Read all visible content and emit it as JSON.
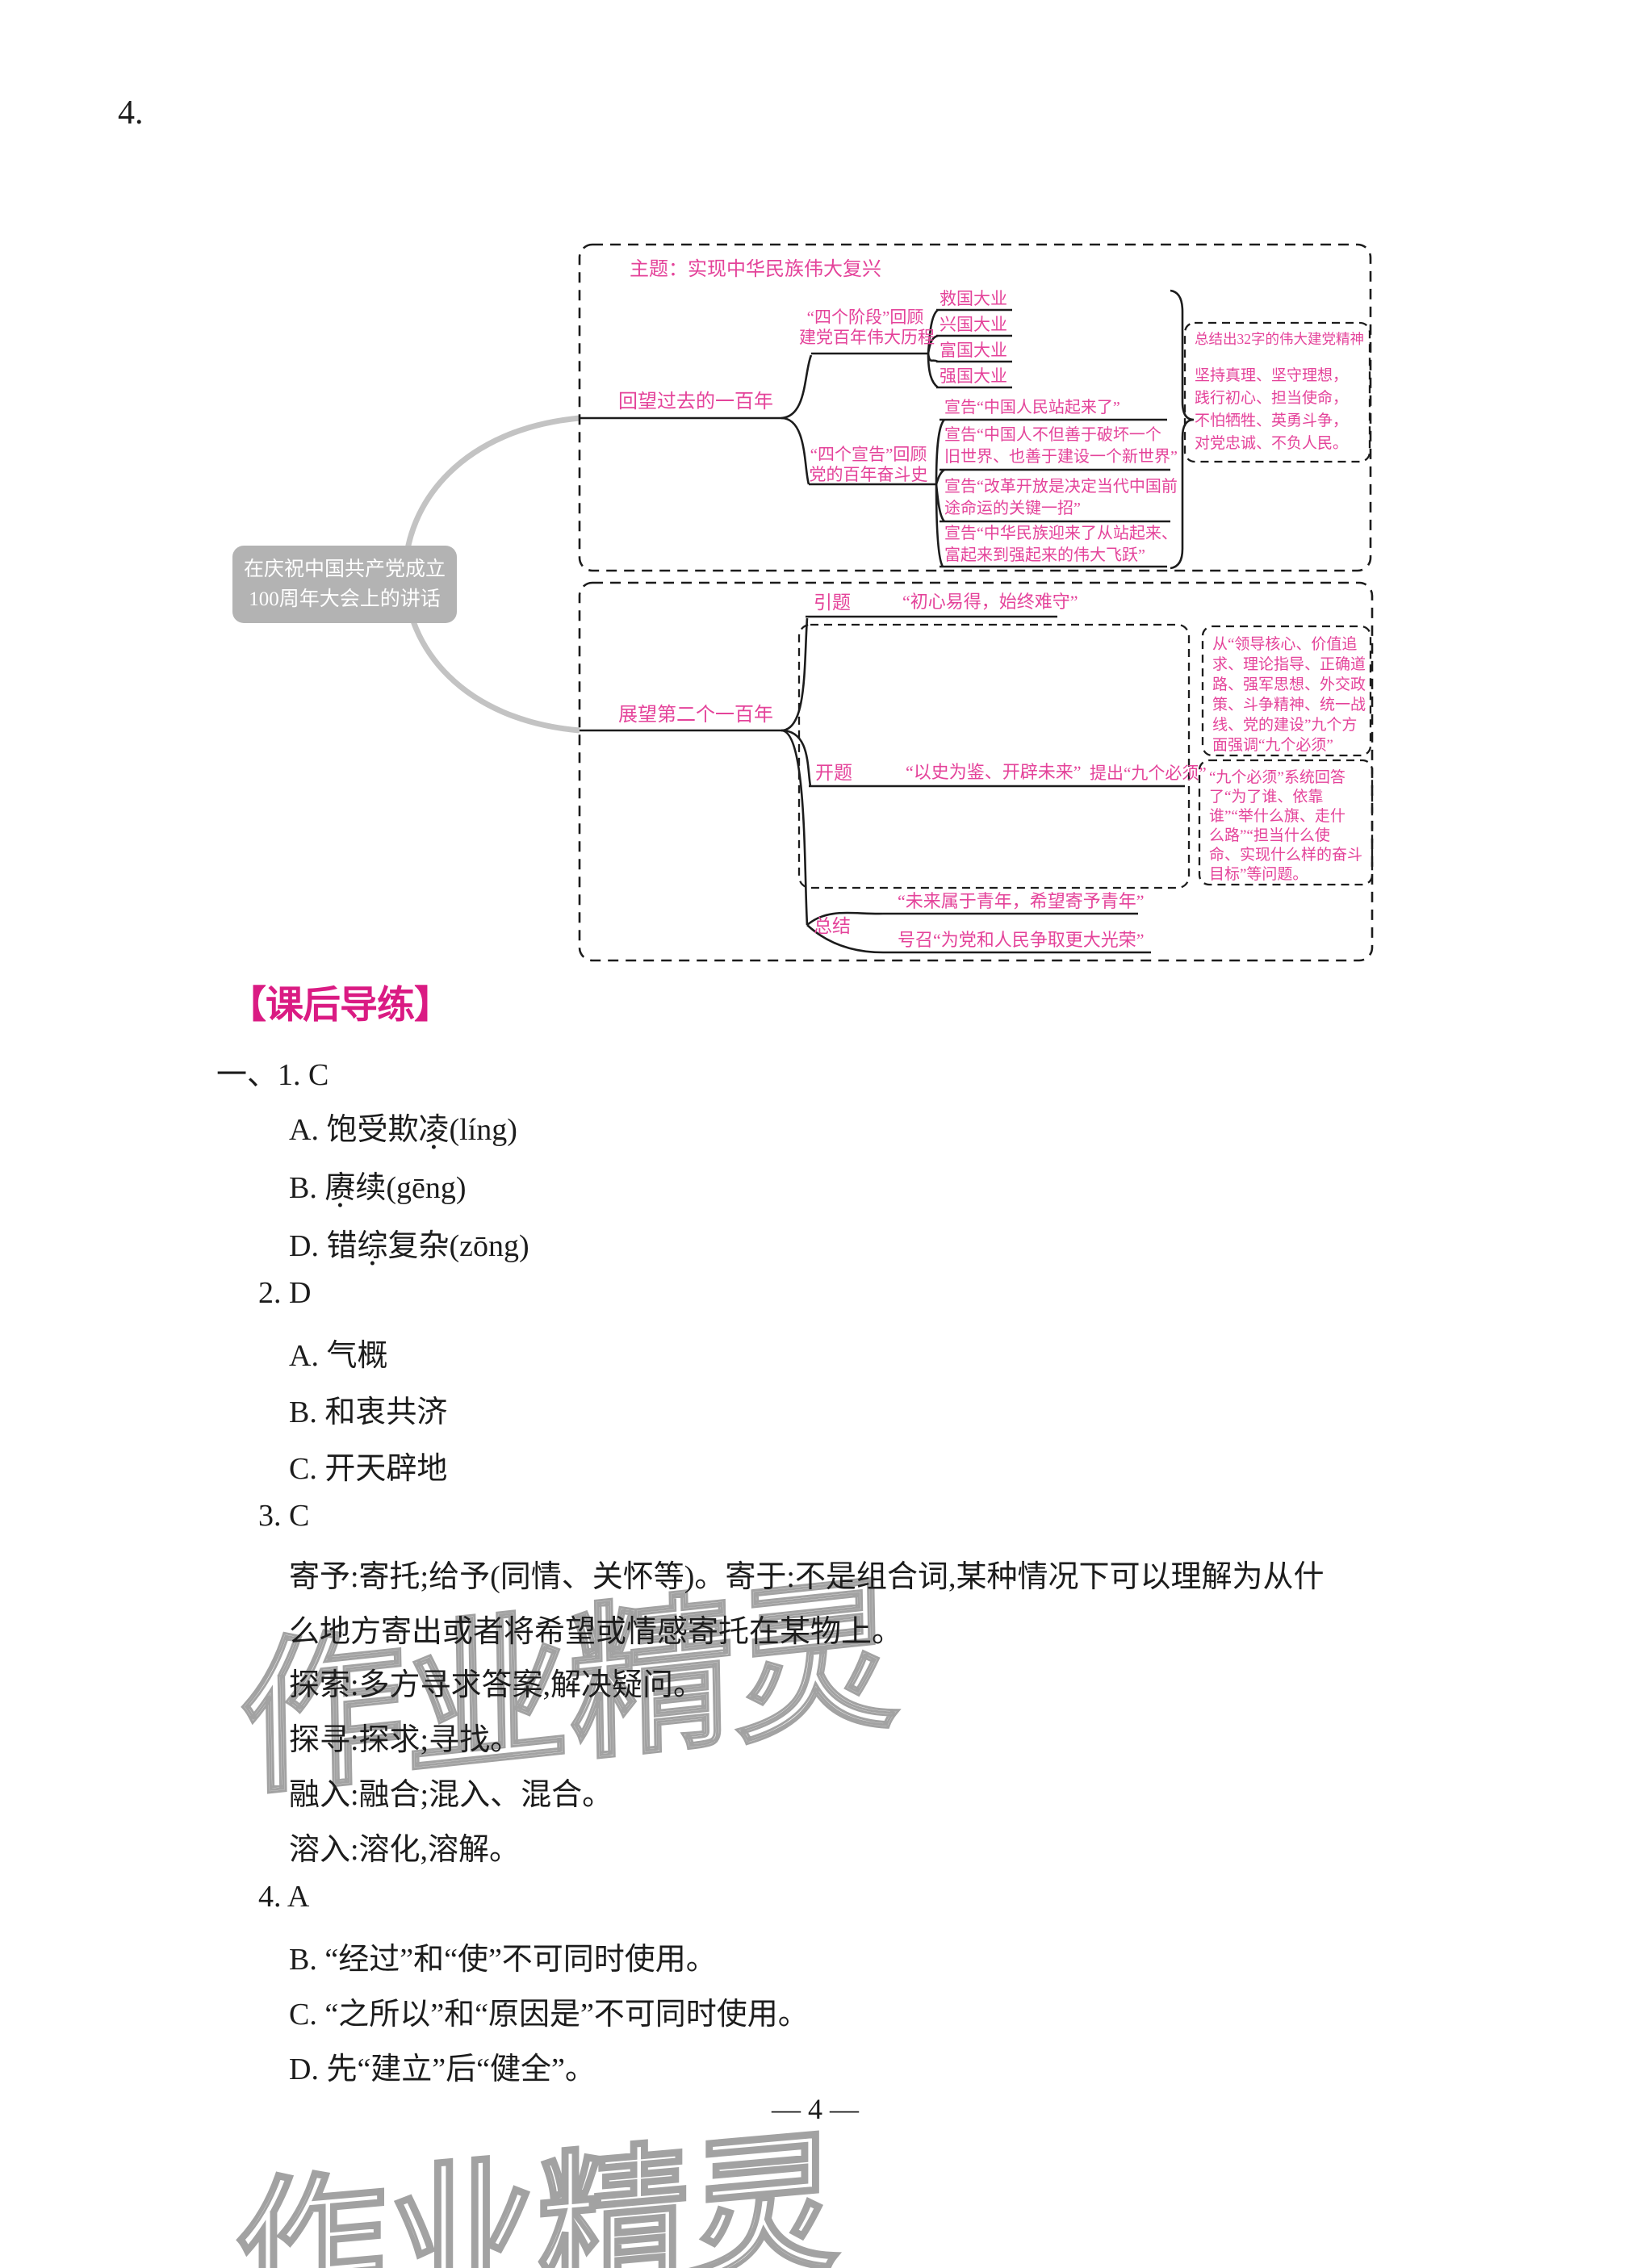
{
  "page": {
    "item_number": "4.",
    "page_number": "— 4 —",
    "watermark": "作业精灵"
  },
  "colors": {
    "map_text": "#e4439a",
    "header_text": "#da1b83",
    "root_bg": "#b3b3b3",
    "line_black": "#1c1c1c",
    "connector_gray": "#c3c3c3",
    "watermark_gray": "#a2a2a2"
  },
  "map": {
    "root_line1": "在庆祝中国共产党成立",
    "root_line2": "100周年大会上的讲话",
    "s1": {
      "theme": "主题：实现中华民族伟大复兴",
      "branch": "回望过去的一百年",
      "b1_label1": "“四个阶段”回顾",
      "b1_label2": "建党百年伟大历程",
      "b1_leaves": [
        "救国大业",
        "兴国大业",
        "富国大业",
        "强国大业"
      ],
      "b2_label1": "“四个宣告”回顾",
      "b2_label2": "党的百年奋斗史",
      "b2_leaf1": "宣告“中国人民站起来了”",
      "b2_leaf2a": "宣告“中国人不但善于破坏一个",
      "b2_leaf2b": "旧世界、也善于建设一个新世界”",
      "b2_leaf3a": "宣告“改革开放是决定当代中国前",
      "b2_leaf3b": "途命运的关键一招”",
      "b2_leaf4a": "宣告“中华民族迎来了从站起来、",
      "b2_leaf4b": "富起来到强起来的伟大飞跃”",
      "summary_title": "总结出32字的伟大建党精神",
      "summary_lines": [
        "坚持真理、坚守理想，",
        "践行初心、担当使命，",
        "不怕牺牲、英勇斗争，",
        "对党忠诚、不负人民。"
      ]
    },
    "s2": {
      "branch": "展望第二个一百年",
      "intro_label": "引题",
      "intro_text": "“初心易得，始终难守”",
      "open_label": "开题",
      "open_text": "“以史为鉴、开辟未来”",
      "open_extra": "提出“九个必须”",
      "note1_lines": [
        "从“领导核心、价值追",
        "求、理论指导、正确道",
        "路、强军思想、外交政",
        "策、斗争精神、统一战",
        "线、党的建设”九个方",
        "面强调“九个必须”"
      ],
      "note2_lines": [
        "“九个必须”系统回答",
        "了“为了谁、依靠",
        "谁”“举什么旗、走什",
        "么路”“担当什么使",
        "命、实现什么样的奋斗",
        "目标”等问题。"
      ],
      "concl_label": "总结",
      "concl_leaf1": "“未来属于青年，希望寄予青年”",
      "concl_leaf2": "号召“为党和人民争取更大光荣”"
    }
  },
  "exercise": {
    "header": "【课后导练】",
    "q1": "一、1. C",
    "q1a_pre": "A. 饱受欺",
    "q1a_dot": "凌",
    "q1a_post": "(líng)",
    "q1b_pre": "B. ",
    "q1b_dot": "赓",
    "q1b_post": "续(gēng)",
    "q1d_pre": "D. 错",
    "q1d_dot": "综",
    "q1d_post": "复杂(zōng)",
    "q2": "2. D",
    "q2_options": [
      "A. 气概",
      "B. 和衷共济",
      "C. 开天辟地"
    ],
    "q3": "3. C",
    "q3_lines": [
      "寄予:寄托;给予(同情、关怀等)。寄于:不是组合词,某种情况下可以理解为从什",
      "么地方寄出或者将希望或情感寄托在某物上。",
      "探索:多方寻求答案,解决疑问。",
      "探寻:探求;寻找。",
      "融入:融合;混入、混合。",
      "溶入:溶化,溶解。"
    ],
    "q4": "4. A",
    "q4_options": [
      "B. “经过”和“使”不可同时使用。",
      "C. “之所以”和“原因是”不可同时使用。",
      "D. 先“建立”后“健全”。"
    ]
  }
}
